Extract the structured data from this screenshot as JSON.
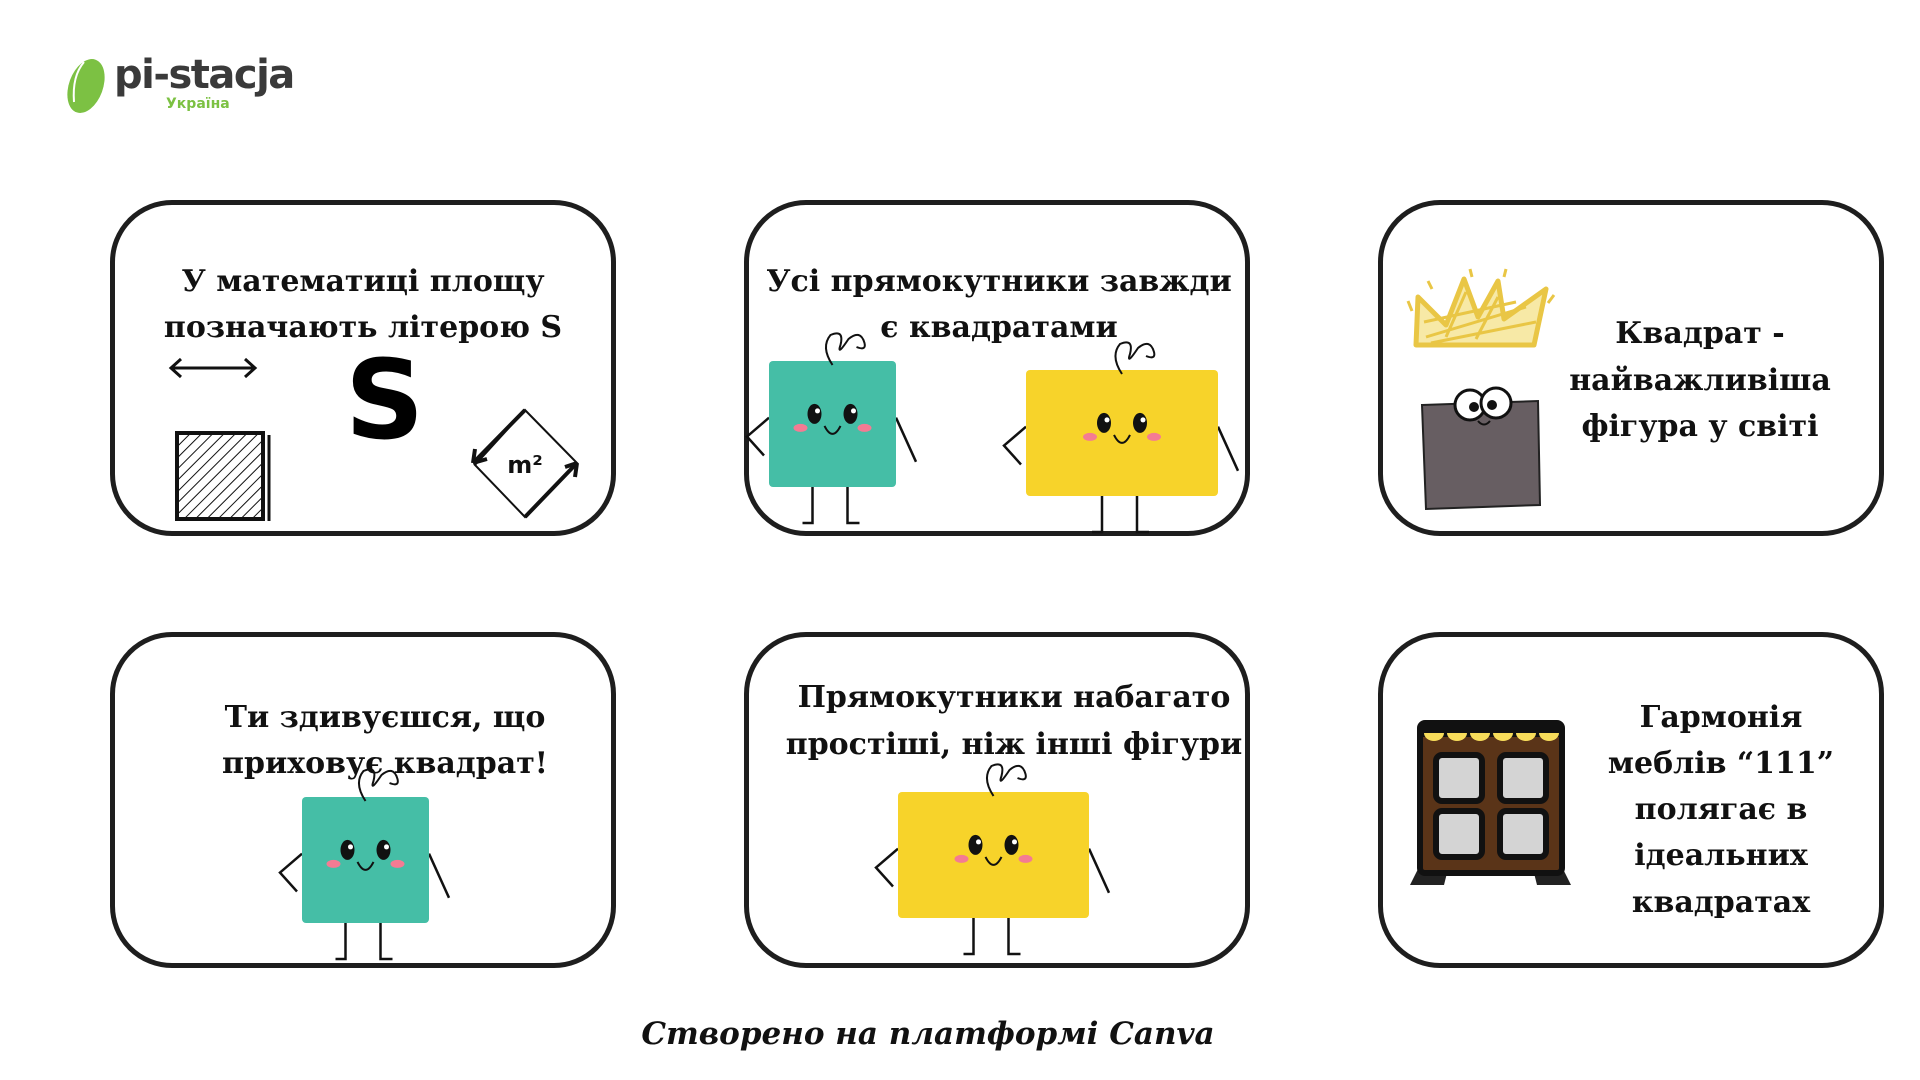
{
  "logo": {
    "name": "pi-stacja",
    "subtitle": "Україна",
    "green": "#7cc143"
  },
  "cards": [
    {
      "lines": [
        "У математиці площу",
        "позначають літерою S"
      ],
      "symbol": "S",
      "unit": "m²"
    },
    {
      "lines": [
        "Усі прямокутники завжди",
        "є квадратами"
      ]
    },
    {
      "lines": [
        "Квадрат -",
        "найважливіша",
        "фігура у світі"
      ]
    },
    {
      "lines": [
        "Ти здивуєшся, що",
        "приховує квадрат!"
      ]
    },
    {
      "lines": [
        "Прямокутники набагато",
        "простіші, ніж інші фігури"
      ]
    },
    {
      "lines": [
        "Гармонія",
        "меблів “111”",
        "полягає в",
        "ідеальних",
        "квадратах"
      ]
    }
  ],
  "footer": "Створено на платформі Canva",
  "colors": {
    "teal": "#45bea6",
    "yellow": "#f7d32a",
    "gray": "#675e62",
    "crown": "#e9c645",
    "wood": "#5a3418",
    "cheek": "#f47b93"
  }
}
